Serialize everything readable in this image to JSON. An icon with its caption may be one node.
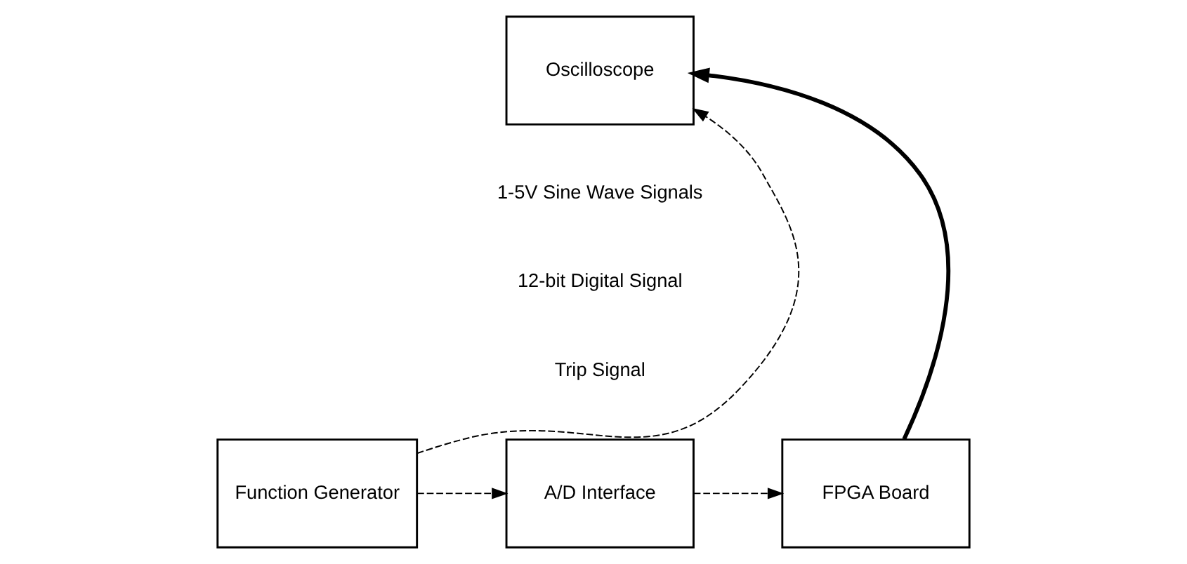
{
  "diagram": {
    "nodes": [
      {
        "text": [
          "Oscilloscope"
        ]
      },
      {
        "text": [
          "Function Generator"
        ]
      },
      {
        "text": [
          "A/D Interface"
        ]
      },
      {
        "text": [
          "FPGA Board"
        ]
      }
    ],
    "edges": [
      {
        "from": 1,
        "to": 0,
        "arrow": "to",
        "style": "dashed"
      },
      {
        "from": 1,
        "to": 2,
        "arrow": "to",
        "style": "dashed"
      },
      {
        "from": 2,
        "to": 3,
        "arrow": "to",
        "style": "dashed"
      },
      {
        "from": 3,
        "to": 0,
        "arrow": "to",
        "style": "thick"
      }
    ],
    "legend": [
      {
        "text": "1-5V Sine Wave Signals"
      },
      {
        "text": "12-bit Digital Signal"
      },
      {
        "text": "Trip Signal"
      }
    ]
  }
}
